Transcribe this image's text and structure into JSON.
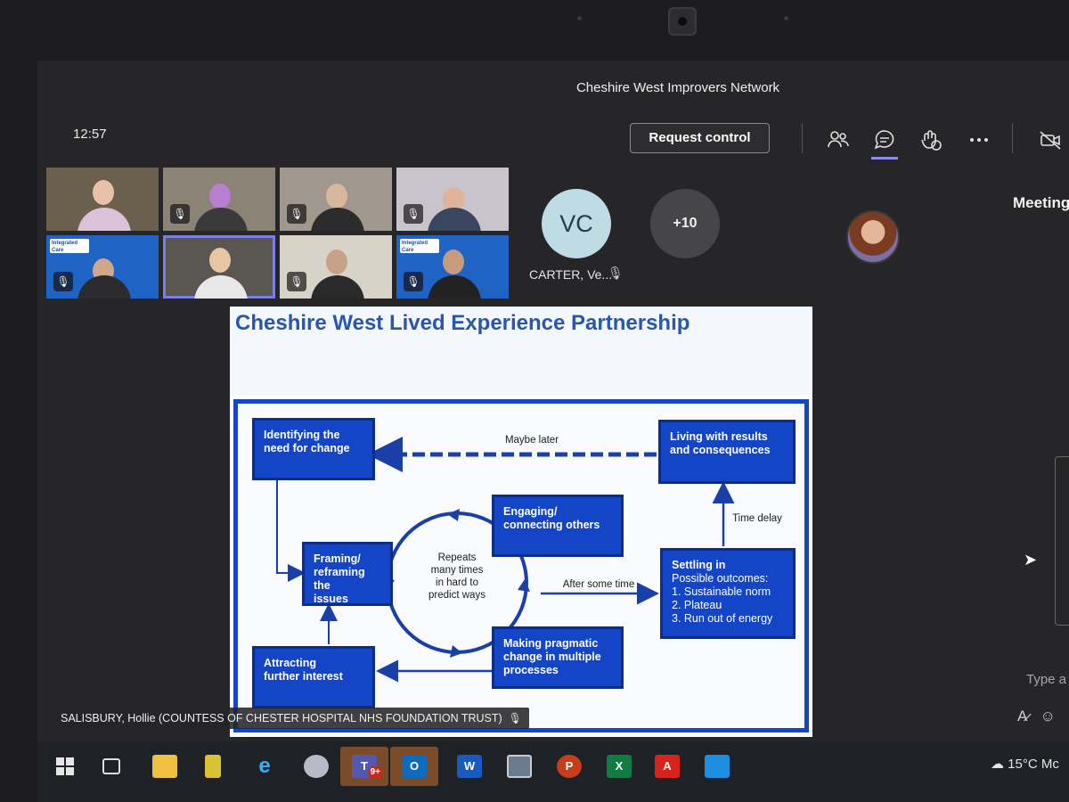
{
  "window": {
    "title": "Cheshire West Improvers Network",
    "clock": "12:57"
  },
  "toolbar": {
    "request_control_label": "Request control",
    "icons": [
      "people-icon",
      "chat-icon",
      "reactions-icon",
      "more-icon",
      "camera-off-icon"
    ]
  },
  "participants": {
    "tiles_muted_icon": "🎙",
    "tile_logo_text": "Integrated Care",
    "vc_initials": "VC",
    "vc_name": "CARTER, Ve...",
    "overflow_count": "+10"
  },
  "side_panel": {
    "title": "Meeting",
    "compose_placeholder": "Type a"
  },
  "slide": {
    "title": "Cheshire West Lived Experience Partnership",
    "boxes": {
      "identifying": [
        "Identifying the",
        "need for change"
      ],
      "living": [
        "Living with results",
        "and consequences"
      ],
      "engaging": [
        "Engaging/",
        "connecting others"
      ],
      "framing": [
        "Framing/",
        "reframing the",
        "issues"
      ],
      "settling_head": "Settling in",
      "settling_lines": [
        "Possible outcomes:",
        "1. Sustainable norm",
        "2. Plateau",
        "3. Run out of energy"
      ],
      "making": [
        "Making pragmatic",
        "change in multiple",
        "processes"
      ],
      "attracting": [
        "Attracting",
        "further interest"
      ]
    },
    "labels": {
      "maybe_later": "Maybe later",
      "time_delay": "Time delay",
      "after_some_time": "After some time",
      "repeats": [
        "Repeats",
        "many times",
        "in hard to",
        "predict ways"
      ]
    }
  },
  "presenter_caption": "SALISBURY, Hollie (COUNTESS OF CHESTER HOSPITAL NHS FOUNDATION TRUST)",
  "taskbar": {
    "teams_badge": "9+",
    "weather": "15°C",
    "weather_suffix": "Mc",
    "apps": [
      "windows-start",
      "task-view",
      "file-explorer",
      "app-yellow",
      "internet-explorer",
      "snipping-tool",
      "teams",
      "outlook",
      "word",
      "remote-desktop",
      "powerpoint",
      "excel",
      "acrobat",
      "photos"
    ]
  }
}
